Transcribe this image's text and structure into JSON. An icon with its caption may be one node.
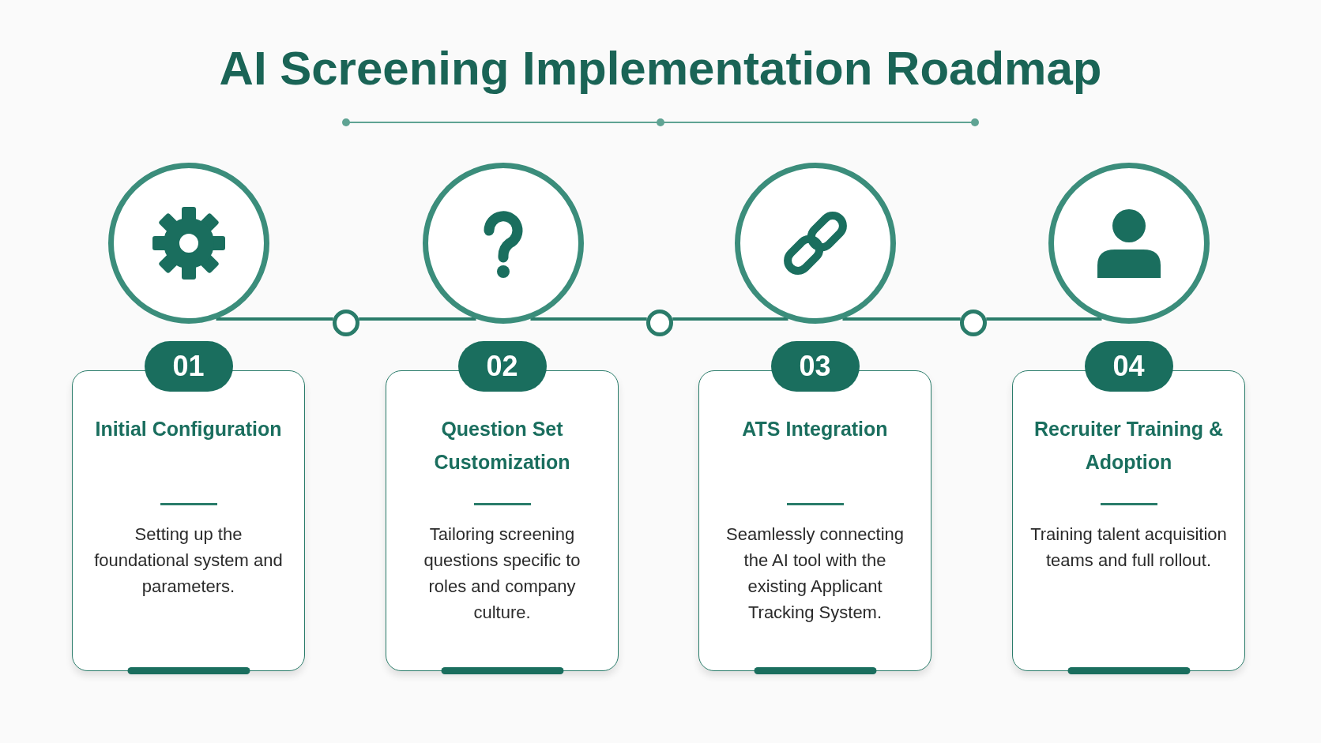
{
  "diagram": {
    "title": "AI Screening Implementation Roadmap",
    "nodes": [
      {
        "text": [],
        "shape": "circle"
      },
      {
        "text": [
          "01",
          "Initial Configuration",
          "Setting up the foundational system and parameters."
        ]
      },
      {
        "text": [],
        "shape": "circle"
      },
      {
        "text": [],
        "shape": "circle"
      },
      {
        "text": [
          "02",
          "Question Set Customization",
          "Tailoring screening questions specific to roles and company culture."
        ]
      },
      {
        "text": [],
        "shape": "circle"
      },
      {
        "text": [],
        "shape": "circle"
      },
      {
        "text": [
          "03",
          "ATS Integration",
          "Seamlessly connecting the AI tool with the existing Applicant Tracking System."
        ]
      },
      {
        "text": [],
        "shape": "circle"
      },
      {
        "text": [],
        "shape": "circle"
      },
      {
        "text": [
          "04",
          "Recruiter Training & Adoption",
          "Training talent acquisition teams and full rollout."
        ]
      }
    ],
    "edges": [
      {
        "from": 0,
        "to": 2,
        "arrow": "none"
      },
      {
        "from": 2,
        "to": 3,
        "arrow": "none"
      },
      {
        "from": 3,
        "to": 5,
        "arrow": "none"
      },
      {
        "from": 5,
        "to": 6,
        "arrow": "none"
      },
      {
        "from": 6,
        "to": 8,
        "arrow": "none"
      },
      {
        "from": 8,
        "to": 9,
        "arrow": "none"
      }
    ]
  }
}
